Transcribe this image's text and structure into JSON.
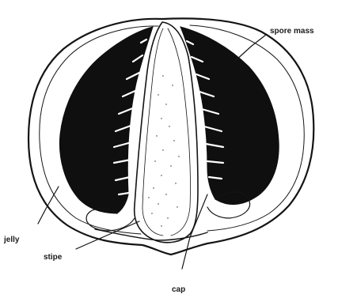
{
  "diagram": {
    "labels": {
      "spore_mass": "spore mass",
      "jelly": "jelly",
      "stipe": "stipe",
      "cap": "cap"
    },
    "colors": {
      "ink": "#141414",
      "spore_mass": "#0f0f0f",
      "background": "#ffffff"
    }
  }
}
